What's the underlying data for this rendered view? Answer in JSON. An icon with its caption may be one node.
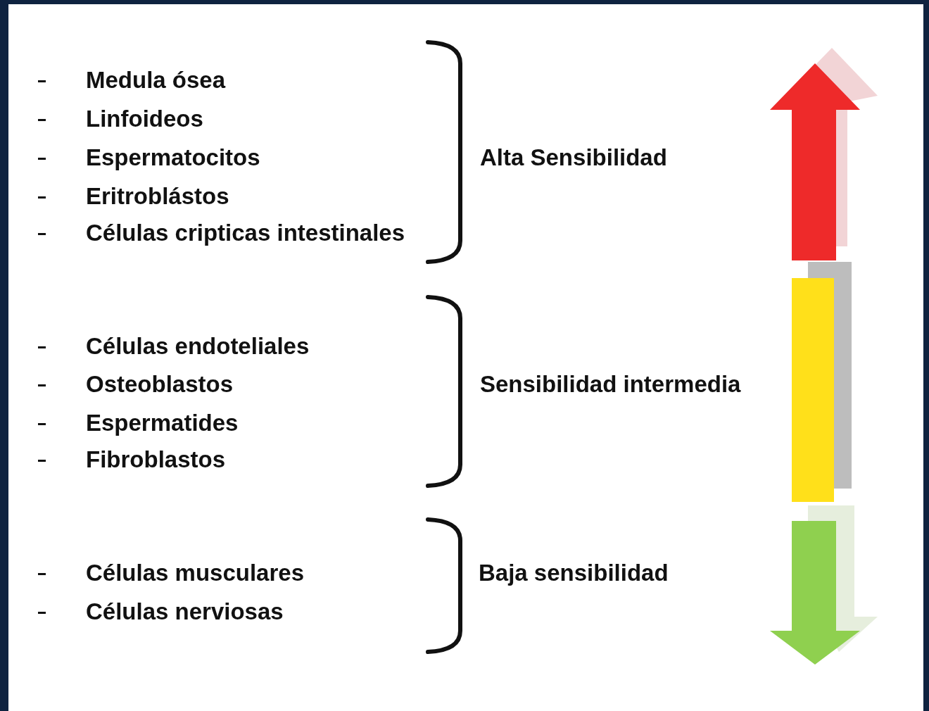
{
  "diagram": {
    "labels": [
      "Medula ósea",
      "Linfoideos",
      "Espermatocitos",
      "Eritroblástos",
      "Células cripticas intestinales",
      "Alta Sensibilidad",
      "Células endoteliales",
      "Osteoblastos",
      "Espermatides",
      "Fibroblastos",
      "Sensibilidad intermedia",
      "Células musculares",
      "Células nerviosas",
      "Baja sensibilidad"
    ]
  }
}
